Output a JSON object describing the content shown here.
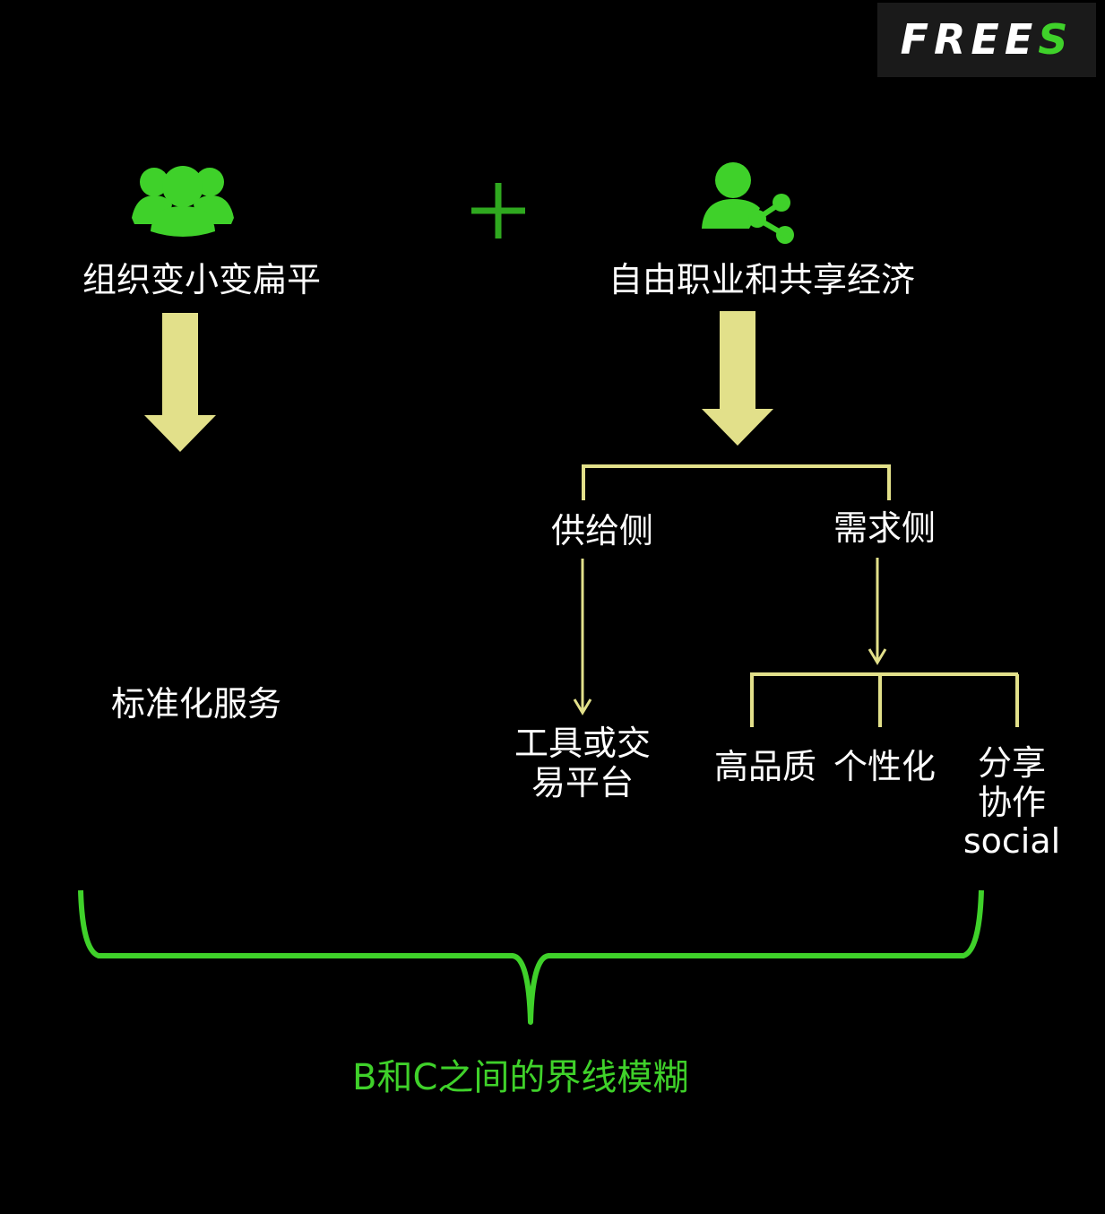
{
  "logo": {
    "main": "FREE",
    "accent": "S"
  },
  "colors": {
    "green": "#3fd12a",
    "arrow": "#e2e08a",
    "text": "#ffffff",
    "background": "#000000"
  },
  "left": {
    "icon": "group-icon",
    "title": "组织变小变扁平",
    "result": "标准化服务"
  },
  "plus_icon": "plus-icon",
  "right": {
    "icon": "user-share-icon",
    "title": "自由职业和共享经济",
    "supply": {
      "label": "供给侧",
      "result_line1": "工具或交",
      "result_line2": "易平台"
    },
    "demand": {
      "label": "需求侧",
      "items": [
        "高品质",
        "个性化"
      ],
      "item3": {
        "line1": "分享",
        "line2": "协作",
        "line3": "social"
      }
    }
  },
  "conclusion": "B和C之间的界线模糊"
}
